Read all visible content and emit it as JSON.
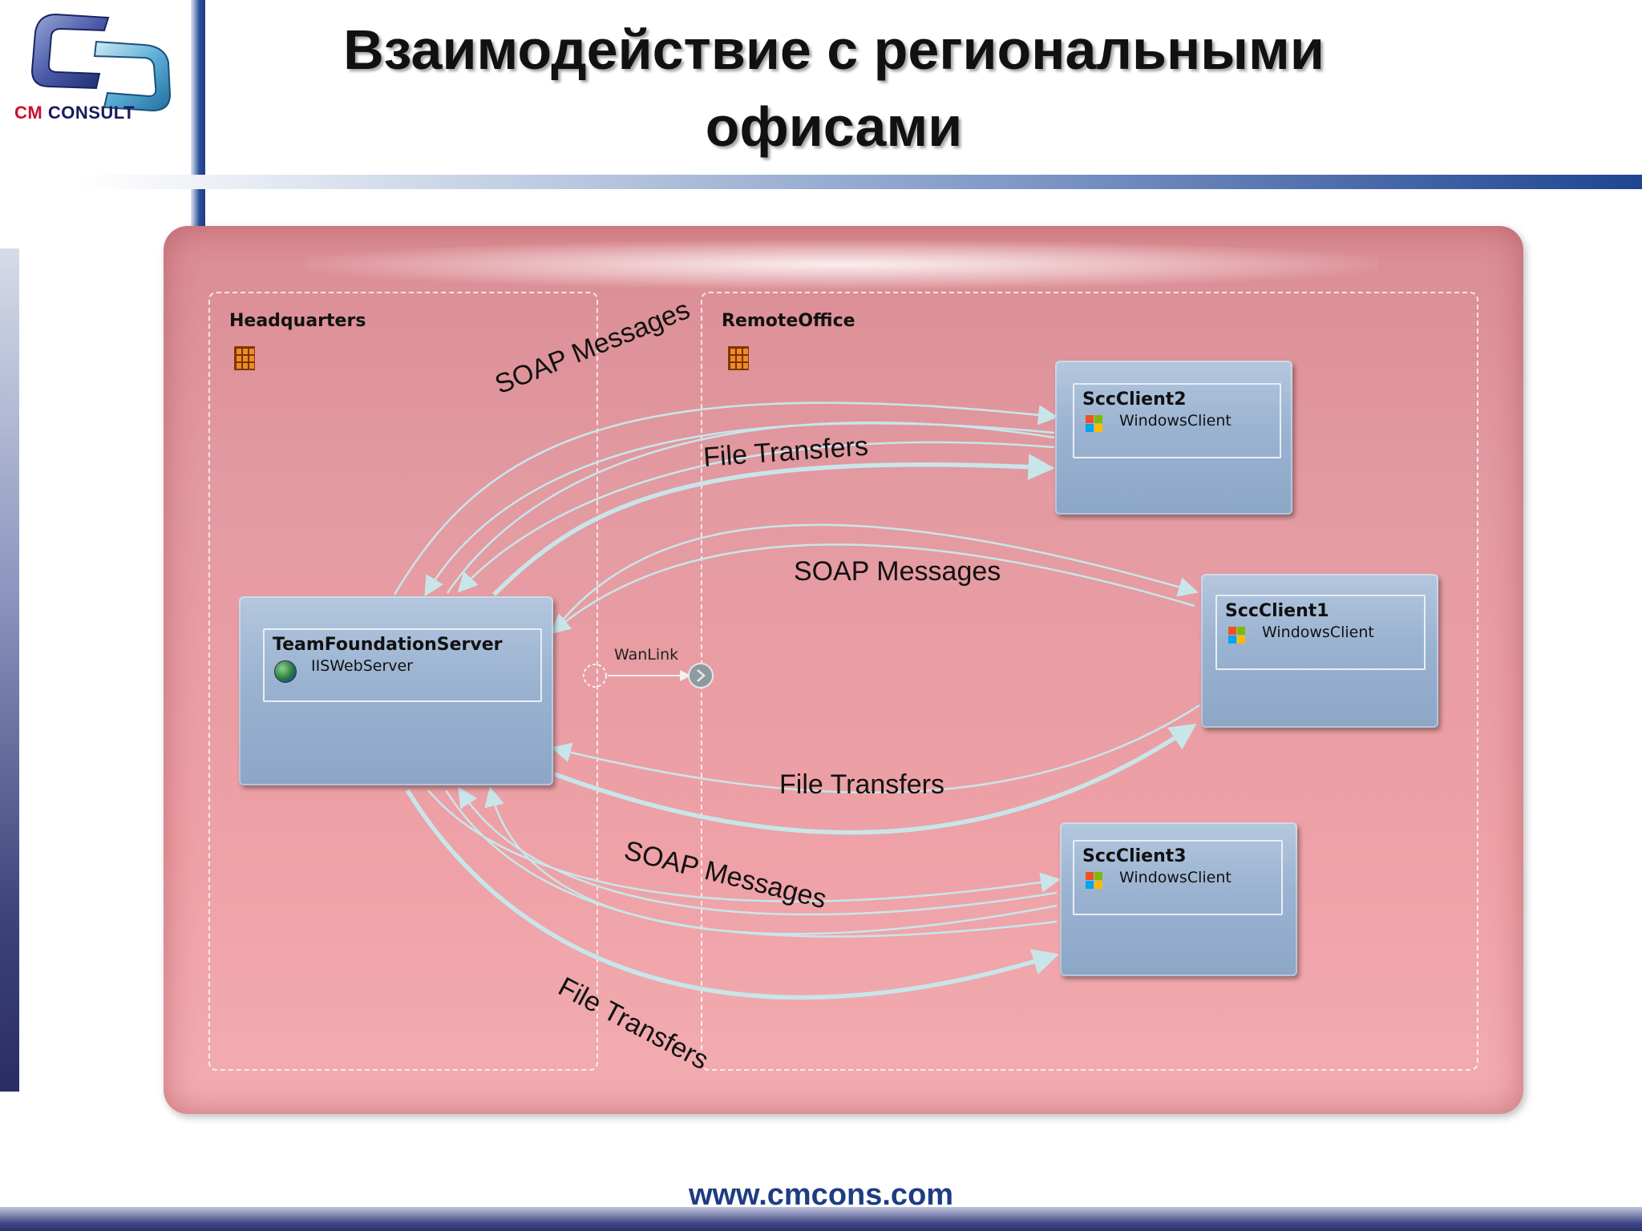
{
  "header": {
    "title": "Взаимодействие с региональными офисами",
    "logo": {
      "brand_prefix": "CM",
      "brand_suffix": "CONSULT"
    }
  },
  "footer": {
    "url": "www.cmcons.com"
  },
  "diagram": {
    "zones": [
      {
        "id": "headquarters",
        "label": "Headquarters"
      },
      {
        "id": "remote-office",
        "label": "RemoteOffice"
      }
    ],
    "servers": [
      {
        "id": "tfs",
        "name": "TeamFoundationServer",
        "type": "IISWebServer",
        "icon": "globe-icon"
      },
      {
        "id": "scc2",
        "name": "SccClient2",
        "type": "WindowsClient",
        "icon": "windows-icon"
      },
      {
        "id": "scc1",
        "name": "SccClient1",
        "type": "WindowsClient",
        "icon": "windows-icon"
      },
      {
        "id": "scc3",
        "name": "SccClient3",
        "type": "WindowsClient",
        "icon": "windows-icon"
      }
    ],
    "wanlink": {
      "label": "WanLink"
    },
    "flow_labels": {
      "soap_top": "SOAP Messages",
      "file_top": "File Transfers",
      "soap_mid": "SOAP Messages",
      "file_mid": "File Transfers",
      "soap_bottom": "SOAP Messages",
      "file_bottom": "File Transfers"
    },
    "colors": {
      "panel": "#e39aa1",
      "server_box": "#9ab3d1",
      "connector": "#c8e6ea",
      "firewall": "#ee8a2a"
    }
  }
}
